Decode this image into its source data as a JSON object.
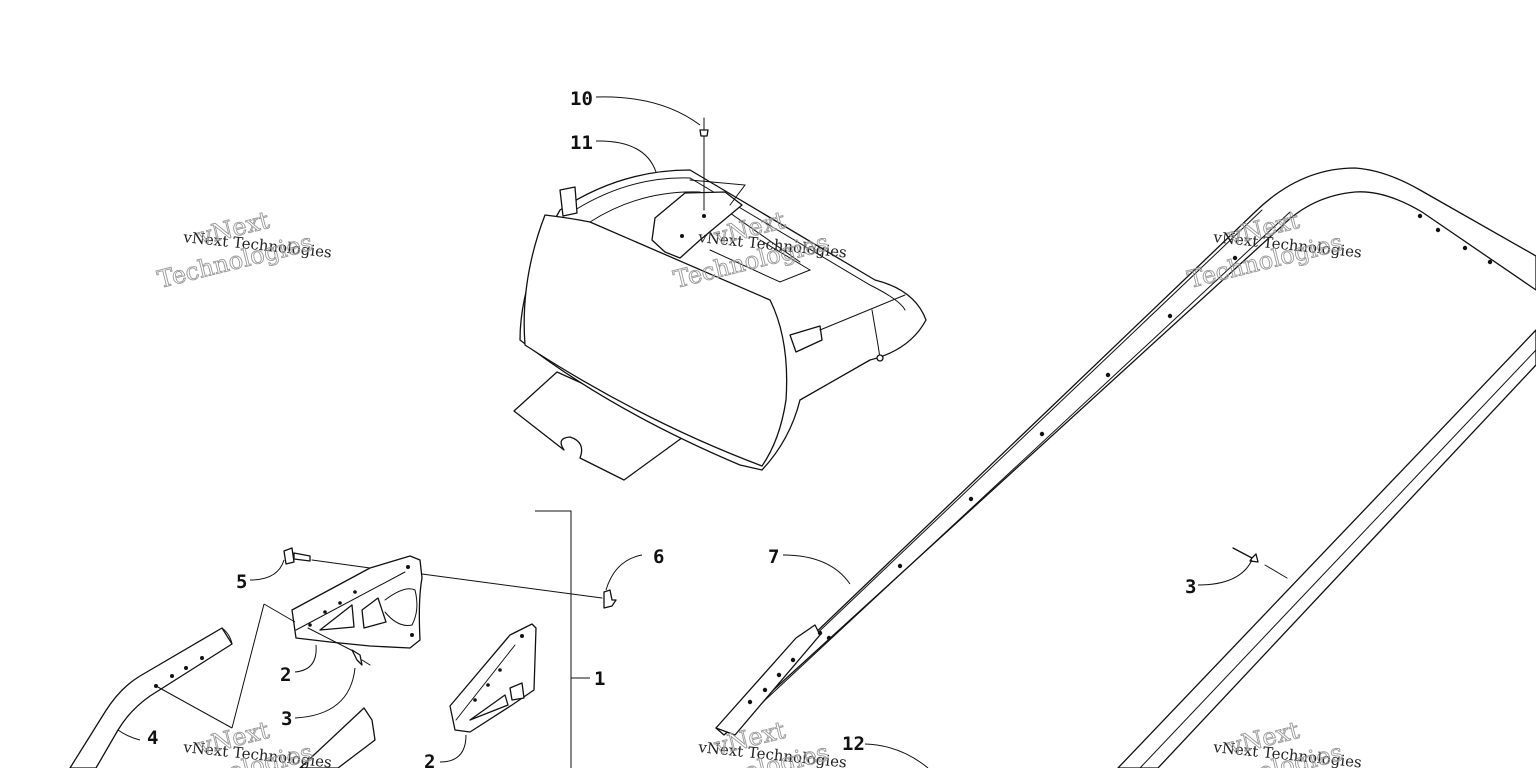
{
  "diagram": {
    "callouts": {
      "c1": "1",
      "c2a": "2",
      "c2b": "2",
      "c3a": "3",
      "c3b": "3",
      "c4": "4",
      "c5": "5",
      "c6": "6",
      "c7": "7",
      "c10": "10",
      "c11": "11",
      "c12": "12"
    },
    "watermark": {
      "text": "vNext Technologies",
      "outline_top": "vNext",
      "outline_bottom": "Technologies"
    }
  }
}
